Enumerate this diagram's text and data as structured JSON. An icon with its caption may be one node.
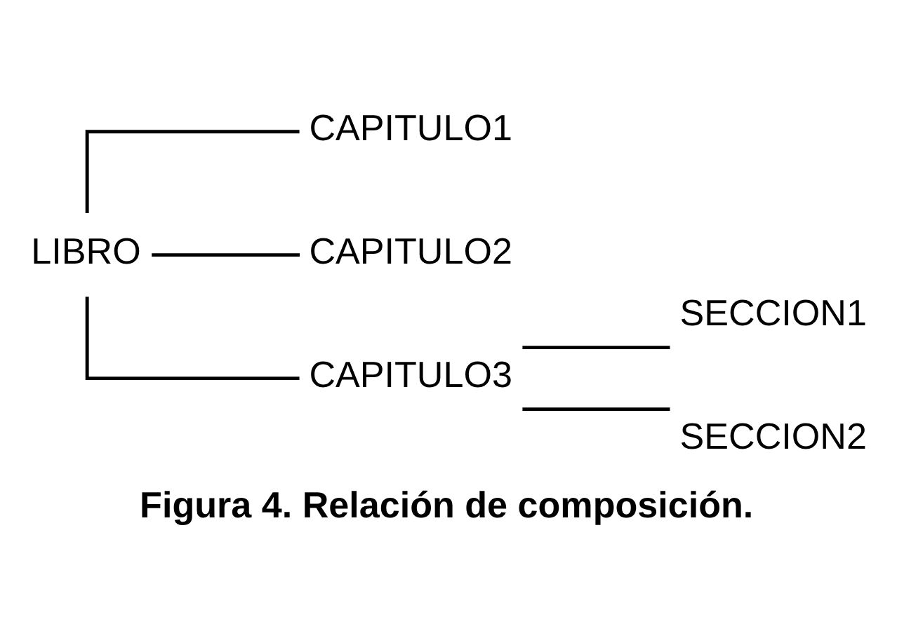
{
  "diagram": {
    "caption": "Figura 4. Relación de composición.",
    "nodes": [
      {
        "text": [
          "LIBRO"
        ]
      },
      {
        "text": [
          "CAPITULO1"
        ]
      },
      {
        "text": [
          "CAPITULO2"
        ]
      },
      {
        "text": [
          "CAPITULO3"
        ]
      },
      {
        "text": [
          "SECCION1"
        ]
      },
      {
        "text": [
          "SECCION2"
        ]
      }
    ],
    "edges": [
      {
        "from": 0,
        "to": 1,
        "arrow": "none"
      },
      {
        "from": 0,
        "to": 2,
        "arrow": "none"
      },
      {
        "from": 0,
        "to": 3,
        "arrow": "none"
      },
      {
        "from": 3,
        "to": 4,
        "arrow": "none"
      },
      {
        "from": 3,
        "to": 5,
        "arrow": "none"
      }
    ]
  }
}
